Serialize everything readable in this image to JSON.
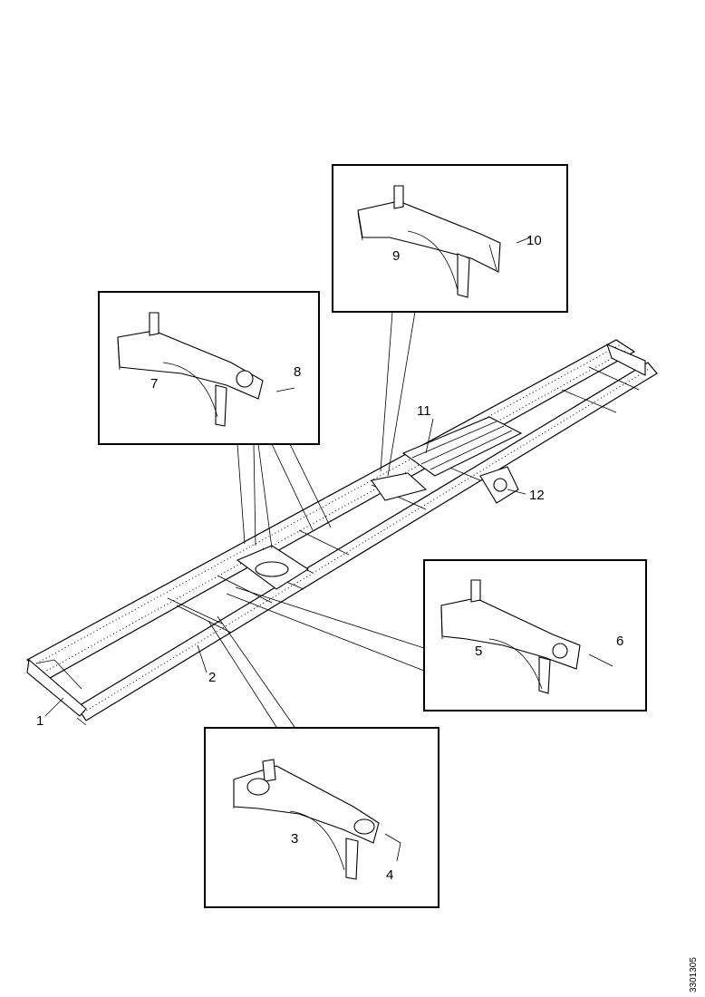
{
  "callouts": {
    "c1": "1",
    "c2": "2",
    "c3": "3",
    "c4": "4",
    "c5": "5",
    "c6": "6",
    "c7": "7",
    "c8": "8",
    "c9": "9",
    "c10": "10",
    "c11": "11",
    "c12": "12"
  },
  "figure_code": "3301305"
}
